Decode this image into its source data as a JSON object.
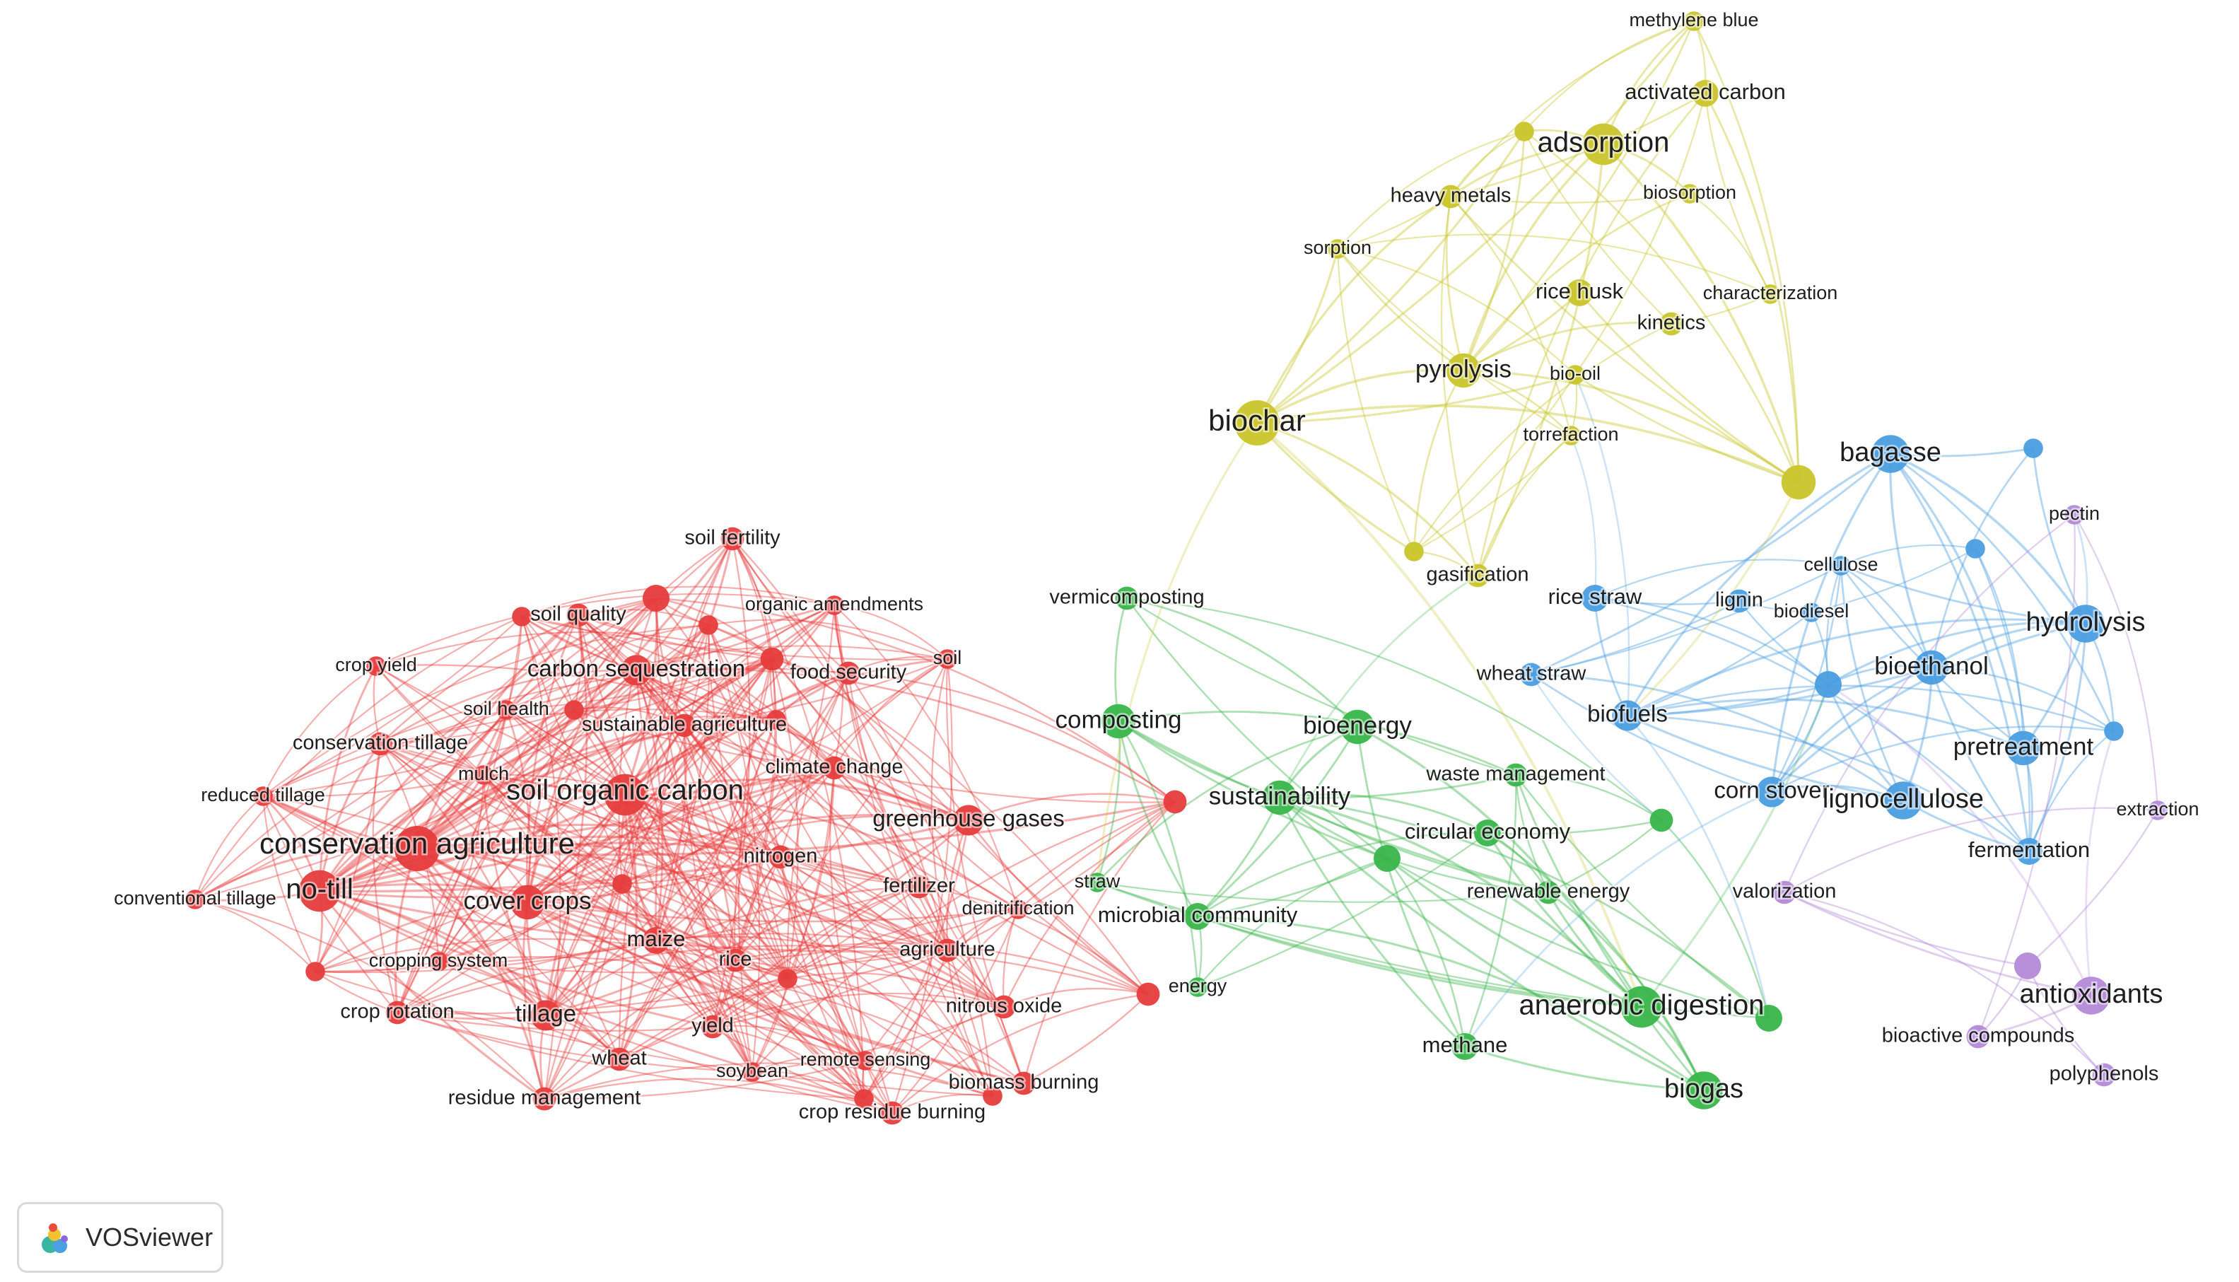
{
  "legend": {
    "brand": "VOSviewer"
  },
  "clusters": {
    "1": {
      "color": "#e63c3c"
    },
    "2": {
      "color": "#39b54a"
    },
    "3": {
      "color": "#4a9de0"
    },
    "4": {
      "color": "#c9c52a"
    },
    "5": {
      "color": "#b48ad8"
    }
  },
  "nodes": [
    {
      "id": "conservation-agriculture",
      "label": "conservation agriculture",
      "cluster": 1,
      "weight": 10
    },
    {
      "id": "soil-organic-carbon",
      "label": "soil organic carbon",
      "cluster": 1,
      "weight": 9
    },
    {
      "id": "no-till",
      "label": "no-till",
      "cluster": 1,
      "weight": 9
    },
    {
      "id": "cover-crops",
      "label": "cover crops",
      "cluster": 1,
      "weight": 7
    },
    {
      "id": "carbon-sequestration",
      "label": "carbon sequestration",
      "cluster": 1,
      "weight": 6
    },
    {
      "id": "tillage",
      "label": "tillage",
      "cluster": 1,
      "weight": 6
    },
    {
      "id": "greenhouse-gases",
      "label": "greenhouse gases",
      "cluster": 1,
      "weight": 6
    },
    {
      "id": "maize",
      "label": "maize",
      "cluster": 1,
      "weight": 5
    },
    {
      "id": "conservation-tillage",
      "label": "conservation tillage",
      "cluster": 1,
      "weight": 4
    },
    {
      "id": "climate-change",
      "label": "climate change",
      "cluster": 1,
      "weight": 4
    },
    {
      "id": "nitrogen",
      "label": "nitrogen",
      "cluster": 1,
      "weight": 4
    },
    {
      "id": "soil-fertility",
      "label": "soil fertility",
      "cluster": 1,
      "weight": 4
    },
    {
      "id": "soil-quality",
      "label": "soil quality",
      "cluster": 1,
      "weight": 4
    },
    {
      "id": "crop-yield",
      "label": "crop yield",
      "cluster": 1,
      "weight": 3
    },
    {
      "id": "soil-health",
      "label": "soil health",
      "cluster": 1,
      "weight": 3
    },
    {
      "id": "sustainable-agriculture",
      "label": "sustainable agriculture",
      "cluster": 1,
      "weight": 4
    },
    {
      "id": "mulch",
      "label": "mulch",
      "cluster": 1,
      "weight": 3
    },
    {
      "id": "reduced-tillage",
      "label": "reduced tillage",
      "cluster": 1,
      "weight": 3
    },
    {
      "id": "conventional-tillage",
      "label": "conventional tillage",
      "cluster": 1,
      "weight": 3
    },
    {
      "id": "organic-amendments",
      "label": "organic amendments",
      "cluster": 1,
      "weight": 3
    },
    {
      "id": "food-security",
      "label": "food security",
      "cluster": 1,
      "weight": 4
    },
    {
      "id": "soil",
      "label": "soil",
      "cluster": 1,
      "weight": 3
    },
    {
      "id": "fertilizer",
      "label": "fertilizer",
      "cluster": 1,
      "weight": 4
    },
    {
      "id": "denitrification",
      "label": "denitrification",
      "cluster": 1,
      "weight": 3
    },
    {
      "id": "agriculture",
      "label": "agriculture",
      "cluster": 1,
      "weight": 4
    },
    {
      "id": "cropping-system",
      "label": "cropping system",
      "cluster": 1,
      "weight": 3
    },
    {
      "id": "crop-rotation",
      "label": "crop rotation",
      "cluster": 1,
      "weight": 4
    },
    {
      "id": "rice",
      "label": "rice",
      "cluster": 1,
      "weight": 4
    },
    {
      "id": "yield",
      "label": "yield",
      "cluster": 1,
      "weight": 4
    },
    {
      "id": "wheat",
      "label": "wheat",
      "cluster": 1,
      "weight": 4
    },
    {
      "id": "soybean",
      "label": "soybean",
      "cluster": 1,
      "weight": 3
    },
    {
      "id": "residue-management",
      "label": "residue management",
      "cluster": 1,
      "weight": 4
    },
    {
      "id": "remote-sensing",
      "label": "remote sensing",
      "cluster": 1,
      "weight": 3
    },
    {
      "id": "crop-residue-burning",
      "label": "crop residue burning",
      "cluster": 1,
      "weight": 4
    },
    {
      "id": "biomass-burning",
      "label": "biomass burning",
      "cluster": 1,
      "weight": 4
    },
    {
      "id": "nitrous-oxide",
      "label": "nitrous oxide",
      "cluster": 1,
      "weight": 4
    },
    {
      "id": "composting",
      "label": "composting",
      "cluster": 2,
      "weight": 7
    },
    {
      "id": "vermicomposting",
      "label": "vermicomposting",
      "cluster": 2,
      "weight": 4
    },
    {
      "id": "sustainability",
      "label": "sustainability",
      "cluster": 2,
      "weight": 7
    },
    {
      "id": "bioenergy",
      "label": "bioenergy",
      "cluster": 2,
      "weight": 7
    },
    {
      "id": "waste-management",
      "label": "waste management",
      "cluster": 2,
      "weight": 4
    },
    {
      "id": "circular-economy",
      "label": "circular economy",
      "cluster": 2,
      "weight": 5
    },
    {
      "id": "renewable-energy",
      "label": "renewable energy",
      "cluster": 2,
      "weight": 4
    },
    {
      "id": "straw",
      "label": "straw",
      "cluster": 2,
      "weight": 3
    },
    {
      "id": "microbial-community",
      "label": "microbial community",
      "cluster": 2,
      "weight": 5
    },
    {
      "id": "energy",
      "label": "energy",
      "cluster": 2,
      "weight": 3
    },
    {
      "id": "methane",
      "label": "methane",
      "cluster": 2,
      "weight": 5
    },
    {
      "id": "anaerobic-digestion",
      "label": "anaerobic digestion",
      "cluster": 2,
      "weight": 9
    },
    {
      "id": "biogas",
      "label": "biogas",
      "cluster": 2,
      "weight": 8
    },
    {
      "id": "bagasse",
      "label": "bagasse",
      "cluster": 3,
      "weight": 8
    },
    {
      "id": "hydrolysis",
      "label": "hydrolysis",
      "cluster": 3,
      "weight": 8
    },
    {
      "id": "bioethanol",
      "label": "bioethanol",
      "cluster": 3,
      "weight": 7
    },
    {
      "id": "rice-straw",
      "label": "rice straw",
      "cluster": 3,
      "weight": 5
    },
    {
      "id": "lignin",
      "label": "lignin",
      "cluster": 3,
      "weight": 4
    },
    {
      "id": "cellulose",
      "label": "cellulose",
      "cluster": 3,
      "weight": 3
    },
    {
      "id": "biodiesel",
      "label": "biodiesel",
      "cluster": 3,
      "weight": 3
    },
    {
      "id": "wheat-straw",
      "label": "wheat straw",
      "cluster": 3,
      "weight": 4
    },
    {
      "id": "biofuels",
      "label": "biofuels",
      "cluster": 3,
      "weight": 6
    },
    {
      "id": "pretreatment",
      "label": "pretreatment",
      "cluster": 3,
      "weight": 7
    },
    {
      "id": "corn-stover",
      "label": "corn stover",
      "cluster": 3,
      "weight": 6
    },
    {
      "id": "lignocellulose",
      "label": "lignocellulose",
      "cluster": 3,
      "weight": 8
    },
    {
      "id": "fermentation",
      "label": "fermentation",
      "cluster": 3,
      "weight": 5
    },
    {
      "id": "biochar",
      "label": "biochar",
      "cluster": 4,
      "weight": 10
    },
    {
      "id": "adsorption",
      "label": "adsorption",
      "cluster": 4,
      "weight": 9
    },
    {
      "id": "activated-carbon",
      "label": "activated carbon",
      "cluster": 4,
      "weight": 5
    },
    {
      "id": "methylene-blue",
      "label": "methylene blue",
      "cluster": 4,
      "weight": 3
    },
    {
      "id": "heavy-metals",
      "label": "heavy metals",
      "cluster": 4,
      "weight": 4
    },
    {
      "id": "biosorption",
      "label": "biosorption",
      "cluster": 4,
      "weight": 3
    },
    {
      "id": "sorption",
      "label": "sorption",
      "cluster": 4,
      "weight": 3
    },
    {
      "id": "rice-husk",
      "label": "rice husk",
      "cluster": 4,
      "weight": 5
    },
    {
      "id": "characterization",
      "label": "characterization",
      "cluster": 4,
      "weight": 3
    },
    {
      "id": "kinetics",
      "label": "kinetics",
      "cluster": 4,
      "weight": 4
    },
    {
      "id": "pyrolysis",
      "label": "pyrolysis",
      "cluster": 4,
      "weight": 7
    },
    {
      "id": "bio-oil",
      "label": "bio-oil",
      "cluster": 4,
      "weight": 3
    },
    {
      "id": "torrefaction",
      "label": "torrefaction",
      "cluster": 4,
      "weight": 3
    },
    {
      "id": "gasification",
      "label": "gasification",
      "cluster": 4,
      "weight": 4
    },
    {
      "id": "pectin",
      "label": "pectin",
      "cluster": 5,
      "weight": 3
    },
    {
      "id": "extraction",
      "label": "extraction",
      "cluster": 5,
      "weight": 3
    },
    {
      "id": "valorization",
      "label": "valorization",
      "cluster": 5,
      "weight": 4
    },
    {
      "id": "antioxidants",
      "label": "antioxidants",
      "cluster": 5,
      "weight": 8
    },
    {
      "id": "bioactive-compounds",
      "label": "bioactive compounds",
      "cluster": 5,
      "weight": 4
    },
    {
      "id": "polyphenols",
      "label": "polyphenols",
      "cluster": 5,
      "weight": 4
    }
  ],
  "unlabeled_nodes": [
    {
      "id": "u-red-1",
      "cluster": 1,
      "weight": 5
    },
    {
      "id": "u-red-2",
      "cluster": 1,
      "weight": 3
    },
    {
      "id": "u-red-3",
      "cluster": 1,
      "weight": 3
    },
    {
      "id": "u-red-4",
      "cluster": 1,
      "weight": 4
    },
    {
      "id": "u-red-5",
      "cluster": 1,
      "weight": 3
    },
    {
      "id": "u-red-6",
      "cluster": 1,
      "weight": 3
    },
    {
      "id": "u-red-7",
      "cluster": 1,
      "weight": 3
    },
    {
      "id": "u-red-8",
      "cluster": 1,
      "weight": 4
    },
    {
      "id": "u-red-9",
      "cluster": 1,
      "weight": 3
    },
    {
      "id": "u-red-10",
      "cluster": 1,
      "weight": 3
    },
    {
      "id": "u-red-11",
      "cluster": 1,
      "weight": 4
    },
    {
      "id": "u-red-12",
      "cluster": 1,
      "weight": 3
    },
    {
      "id": "u-red-13",
      "cluster": 1,
      "weight": 3
    },
    {
      "id": "u-green-1",
      "cluster": 2,
      "weight": 4
    },
    {
      "id": "u-green-2",
      "cluster": 2,
      "weight": 5
    },
    {
      "id": "u-green-3",
      "cluster": 2,
      "weight": 5
    },
    {
      "id": "u-blue-1",
      "cluster": 3,
      "weight": 3
    },
    {
      "id": "u-blue-2",
      "cluster": 3,
      "weight": 3
    },
    {
      "id": "u-blue-3",
      "cluster": 3,
      "weight": 5
    },
    {
      "id": "u-blue-4",
      "cluster": 3,
      "weight": 3
    },
    {
      "id": "u-yellow-1",
      "cluster": 4,
      "weight": 3
    },
    {
      "id": "u-yellow-2",
      "cluster": 4,
      "weight": 7
    },
    {
      "id": "u-yellow-3",
      "cluster": 4,
      "weight": 3
    },
    {
      "id": "u-purple-1",
      "cluster": 5,
      "weight": 5
    }
  ]
}
